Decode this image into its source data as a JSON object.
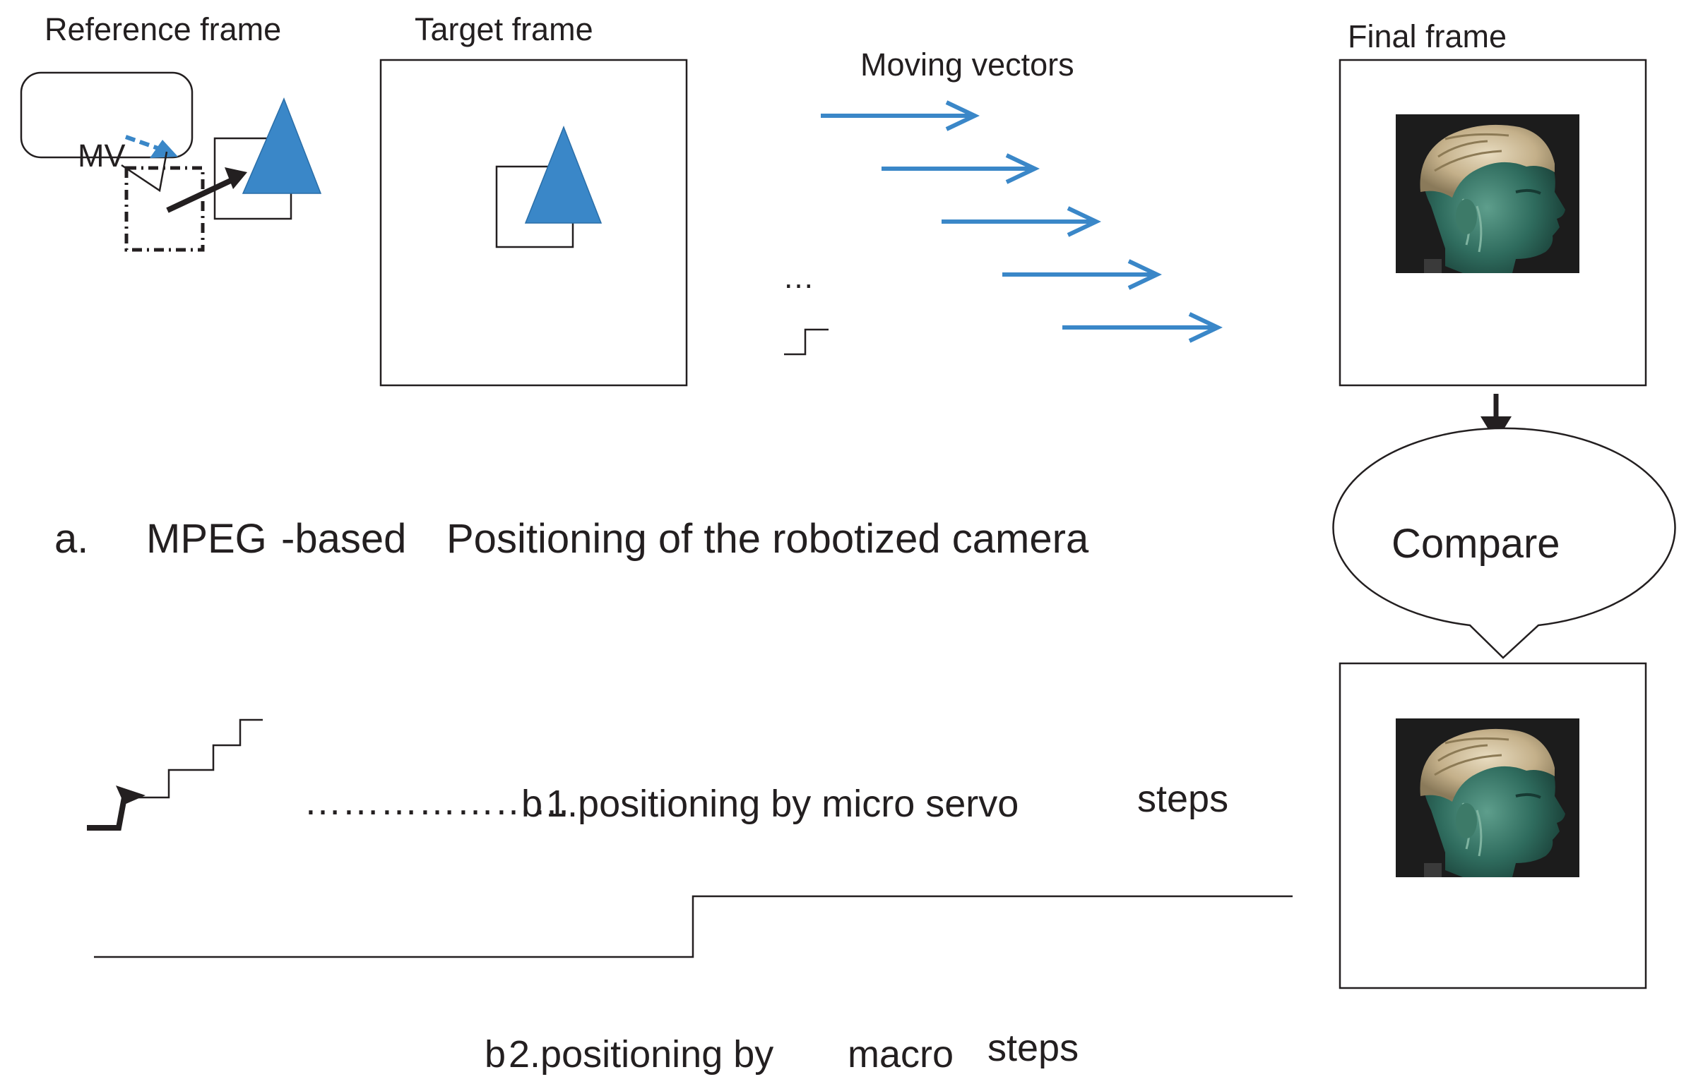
{
  "labels": {
    "reference_frame": "Reference frame",
    "target_frame": "Target frame",
    "moving_vectors": "Moving vectors",
    "final_frame": "Final frame",
    "mv": "MV",
    "ellipsis": "…",
    "caption_a_letter": "a.",
    "caption_a_mpeg": "MPEG",
    "caption_a_based": "-based",
    "caption_a_rest": "Positioning of the robotized camera",
    "compare": "Compare",
    "dots_b1": "…………………",
    "b1_prefix": "b",
    "b1_text": "1.positioning by micro servo",
    "b1_steps": "steps",
    "b2_prefix": "b",
    "b2_text": "2.positioning by",
    "b2_macro": "macro",
    "b2_steps": "steps"
  },
  "images": {
    "top_image": "bronze-helmeted-head-photo",
    "bottom_image": "bronze-helmeted-head-photo"
  },
  "colors": {
    "accent_blue": "#3a87c8",
    "line": "#231f20",
    "photo_background": "#1c1c1c"
  }
}
